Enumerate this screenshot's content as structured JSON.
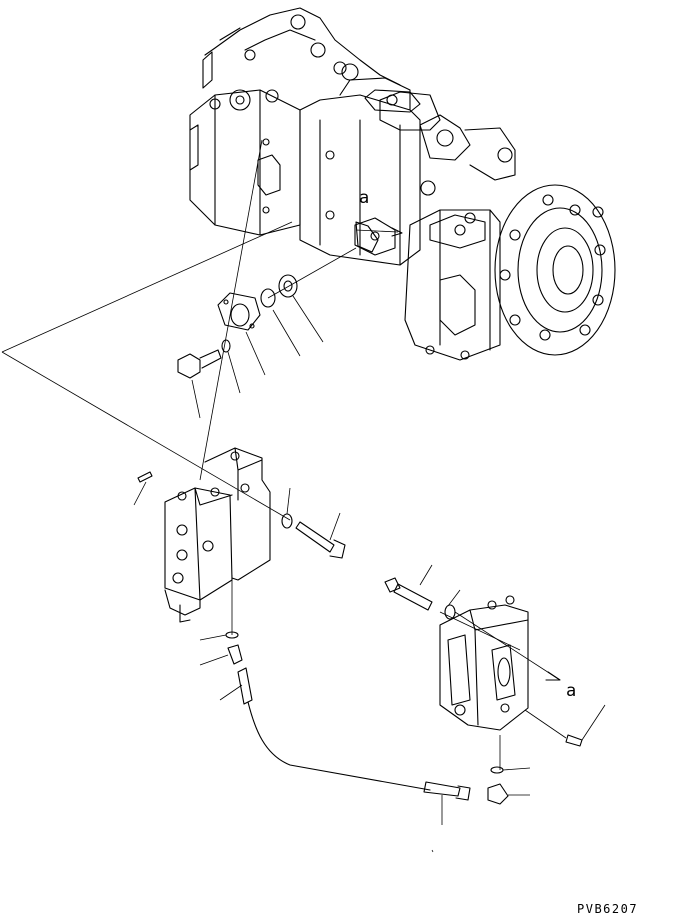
{
  "drawing": {
    "callout_a_upper": "a",
    "callout_a_lower": "a",
    "drawing_number": "PVB6207"
  },
  "colors": {
    "ink": "#000000",
    "paper": "#ffffff"
  }
}
